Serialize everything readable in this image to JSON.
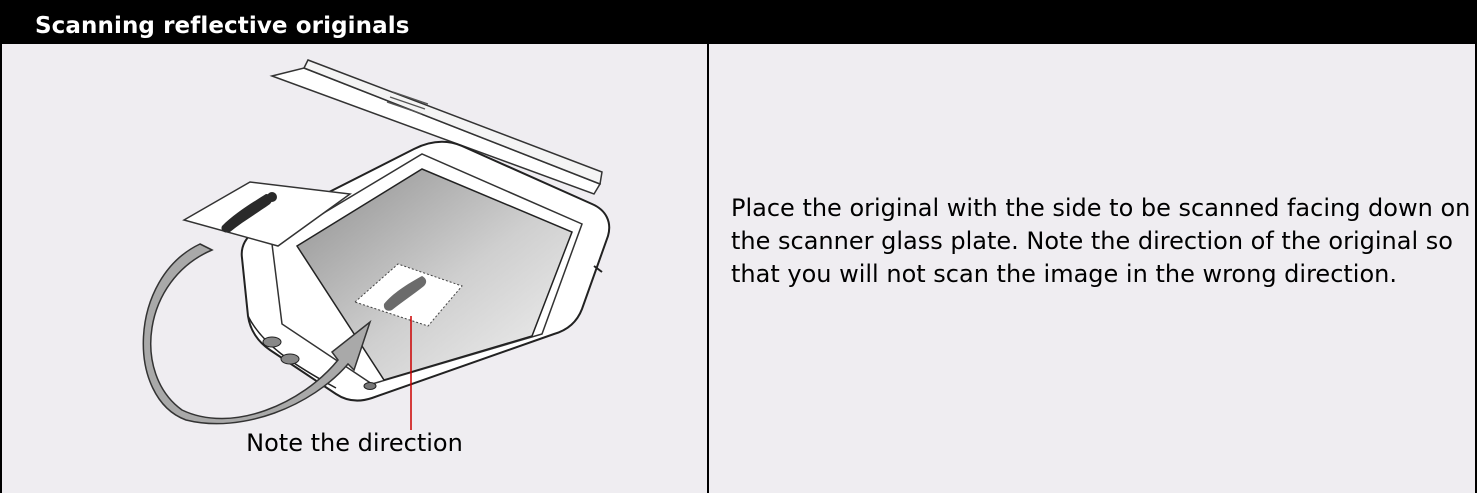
{
  "section": {
    "title": "Scanning reflective originals"
  },
  "figure": {
    "caption": "Note the direction"
  },
  "instructions": {
    "text": "Place the original with the side to be scanned facing down on the scanner glass plate. Note the direction of the original so that you will not scan the image in the wrong direction."
  }
}
